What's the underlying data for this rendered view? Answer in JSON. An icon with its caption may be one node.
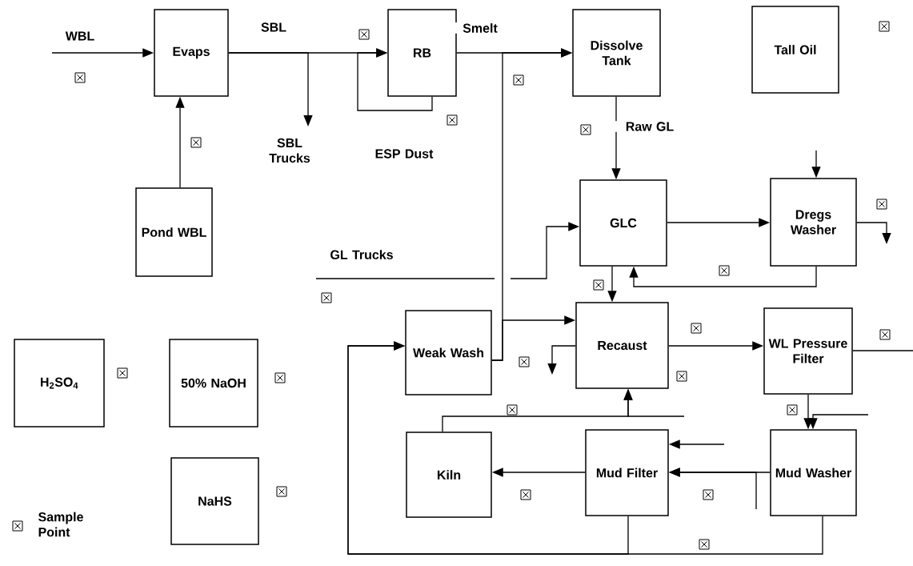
{
  "diagram": {
    "nodes": [
      {
        "text": [
          "Evaps"
        ]
      },
      {
        "text": [
          "RB"
        ]
      },
      {
        "text": [
          "Dissolve Tank"
        ]
      },
      {
        "text": [
          "Tall Oil"
        ]
      },
      {
        "text": [
          "Pond WBL"
        ]
      },
      {
        "text": [
          "GLC"
        ]
      },
      {
        "text": [
          "Dregs Washer"
        ]
      },
      {
        "text": [
          "Weak Wash"
        ]
      },
      {
        "text": [
          "Recaust"
        ]
      },
      {
        "text": [
          "WL Pressure Filter"
        ]
      },
      {
        "text": [
          "H$_{2}$SO$_{4}$"
        ]
      },
      {
        "text": [
          "50% NaOH"
        ]
      },
      {
        "text": [
          "Kiln"
        ]
      },
      {
        "text": [
          "Mud Filter"
        ]
      },
      {
        "text": [
          "Mud Washer"
        ]
      },
      {
        "text": [
          "NaHS"
        ]
      }
    ],
    "edges": [
      {
        "from": null,
        "to": 0,
        "arrow": "to",
        "label": "WBL"
      },
      {
        "from": 0,
        "to": 1,
        "arrow": "to",
        "label": "SBL"
      },
      {
        "from": 0,
        "to": null,
        "arrow": "to",
        "label": "SBL Trucks"
      },
      {
        "from": 4,
        "to": 0,
        "arrow": "to"
      },
      {
        "from": 1,
        "to": 1,
        "arrow": "to",
        "label": "ESP Dust"
      },
      {
        "from": 1,
        "to": 2,
        "arrow": "to",
        "label": "Smelt"
      },
      {
        "from": 7,
        "to": 2,
        "arrow": "to"
      },
      {
        "from": 7,
        "to": 8,
        "arrow": "to"
      },
      {
        "from": 2,
        "to": 5,
        "arrow": "to",
        "label": "Raw GL"
      },
      {
        "from": null,
        "to": 5,
        "arrow": "to",
        "label": "GL Trucks"
      },
      {
        "from": 5,
        "to": 6,
        "arrow": "to"
      },
      {
        "from": null,
        "to": 6,
        "arrow": "to"
      },
      {
        "from": 6,
        "to": null,
        "arrow": "to"
      },
      {
        "from": 6,
        "to": 5,
        "arrow": "to"
      },
      {
        "from": 5,
        "to": 8,
        "arrow": "to"
      },
      {
        "from": 8,
        "to": null,
        "arrow": "to"
      },
      {
        "from": 8,
        "to": 9,
        "arrow": "to"
      },
      {
        "from": 9,
        "to": null,
        "arrow": "none"
      },
      {
        "from": 9,
        "to": 14,
        "arrow": "to"
      },
      {
        "from": null,
        "to": 14,
        "arrow": "to"
      },
      {
        "from": null,
        "to": 8,
        "arrow": "to"
      },
      {
        "from": 12,
        "to": 8,
        "arrow": "to"
      },
      {
        "from": null,
        "to": 13,
        "arrow": "to"
      },
      {
        "from": 14,
        "to": 13,
        "arrow": "to"
      },
      {
        "from": null,
        "to": 13,
        "arrow": "to"
      },
      {
        "from": 13,
        "to": 12,
        "arrow": "to"
      },
      {
        "from": 13,
        "to": 7,
        "arrow": "to"
      },
      {
        "from": 14,
        "to": 7,
        "arrow": "to"
      }
    ],
    "legend": [
      {
        "text": "Sample Point"
      }
    ]
  }
}
